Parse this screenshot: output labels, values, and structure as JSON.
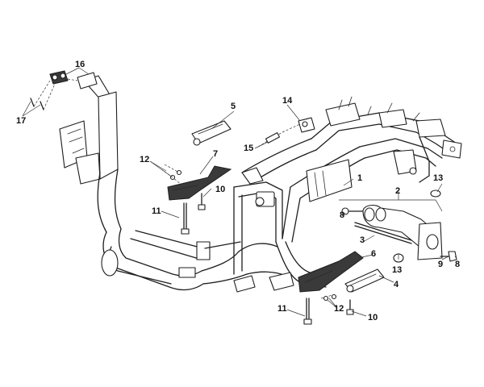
{
  "diagram": {
    "callouts": {
      "c1": "1",
      "c2": "2",
      "c3": "3",
      "c4": "4",
      "c5": "5",
      "c6": "6",
      "c7": "7",
      "c8a": "8",
      "c8b": "8",
      "c9": "9",
      "c10a": "10",
      "c10b": "10",
      "c11a": "11",
      "c11b": "11",
      "c12a": "12",
      "c12b": "12",
      "c13a": "13",
      "c13b": "13",
      "c14": "14",
      "c15": "15",
      "c16": "16",
      "c17": "17"
    }
  }
}
